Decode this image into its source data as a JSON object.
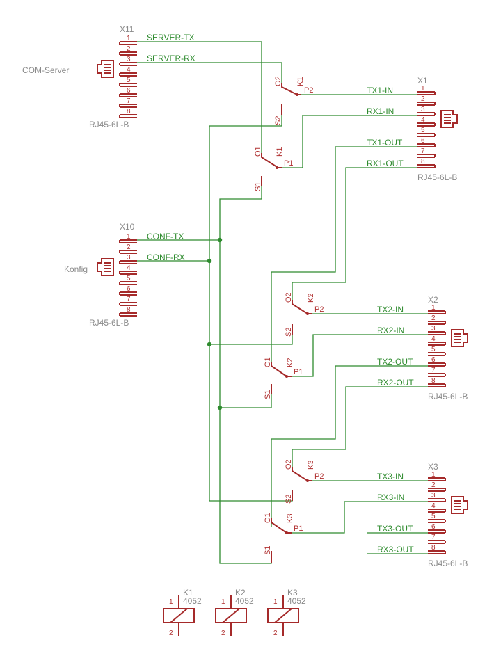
{
  "connectors": {
    "x11": {
      "ref": "X11",
      "type": "RJ45-6L-B",
      "label": "COM-Server"
    },
    "x10": {
      "ref": "X10",
      "type": "RJ45-6L-B",
      "label": "Konfig"
    },
    "x1": {
      "ref": "X1",
      "type": "RJ45-6L-B"
    },
    "x2": {
      "ref": "X2",
      "type": "RJ45-6L-B"
    },
    "x3": {
      "ref": "X3",
      "type": "RJ45-6L-B"
    }
  },
  "pin_numbers": [
    "1",
    "2",
    "3",
    "4",
    "5",
    "6",
    "7",
    "8"
  ],
  "nets": {
    "server_tx": "SERVER-TX",
    "server_rx": "SERVER-RX",
    "conf_tx": "CONF-TX",
    "conf_rx": "CONF-RX",
    "tx1_in": "TX1-IN",
    "rx1_in": "RX1-IN",
    "tx1_out": "TX1-OUT",
    "rx1_out": "RX1-OUT",
    "tx2_in": "TX2-IN",
    "rx2_in": "RX2-IN",
    "tx2_out": "TX2-OUT",
    "rx2_out": "RX2-OUT",
    "tx3_in": "TX3-IN",
    "rx3_in": "RX3-IN",
    "tx3_out": "TX3-OUT",
    "rx3_out": "RX3-OUT"
  },
  "switch_pins": {
    "o1": "O1",
    "o2": "O2",
    "s1": "S1",
    "s2": "S2",
    "p1": "P1",
    "p2": "P2"
  },
  "relays": [
    {
      "ref": "K1",
      "value": "4052",
      "pin1": "1",
      "pin2": "2"
    },
    {
      "ref": "K2",
      "value": "4052",
      "pin1": "1",
      "pin2": "2"
    },
    {
      "ref": "K3",
      "value": "4052",
      "pin1": "1",
      "pin2": "2"
    }
  ],
  "colors": {
    "wire": "#2e8b2e",
    "symbol": "#a52a2a",
    "label": "#8a8a8a"
  }
}
